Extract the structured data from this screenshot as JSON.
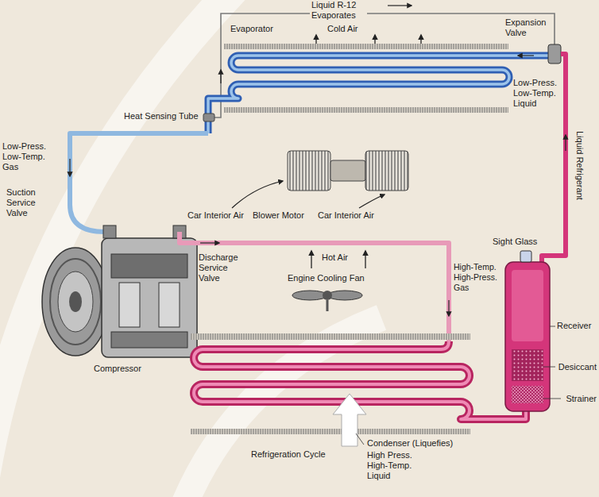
{
  "diagram": {
    "caption": "Refrigeration Cycle",
    "labels": [
      "Liquid R-12 Evaporates",
      "Evaporator",
      "Cold Air",
      "Expansion Valve",
      "Low-Press. Low-Temp. Liquid",
      "Heat Sensing Tube",
      "Low-Press. Low-Temp. Gas",
      "Suction Service Valve",
      "Car Interior Air",
      "Blower Motor",
      "Car Interior Air",
      "Liquid Refrigerant",
      "Discharge Service Valve",
      "Hot Air",
      "Engine Cooling Fan",
      "Sight Glass",
      "High-Temp. High-Press. Gas",
      "Receiver",
      "Desiccant",
      "Strainer",
      "Compressor",
      "Condenser (Liquefies)",
      "High Press. High-Temp. Liquid"
    ]
  }
}
